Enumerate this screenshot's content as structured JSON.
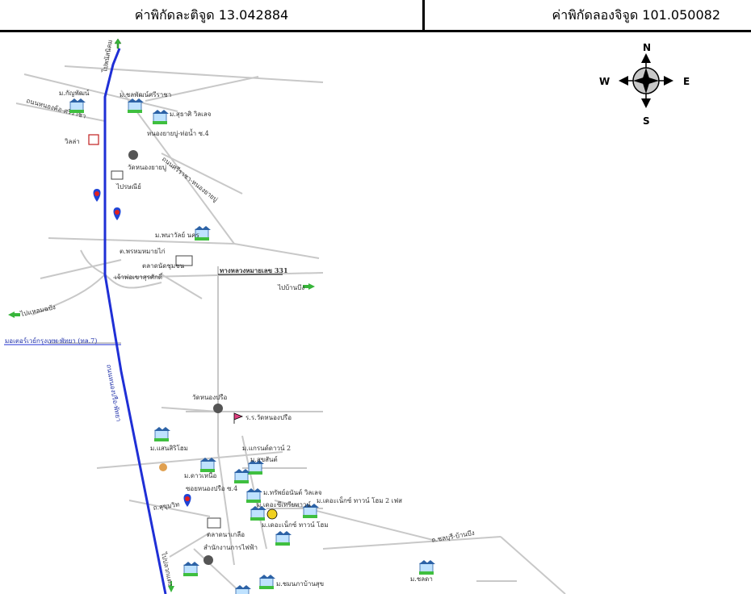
{
  "header": {
    "latitude_label": "ค่าพิกัดละติจูด 13.042884",
    "longitude_label": "ค่าพิกัดลองจิจูด 101.050082"
  },
  "compass": {
    "n": "N",
    "s": "S",
    "e": "E",
    "w": "W"
  },
  "labels": {
    "to_phanat": "ไปพนัสนิคม",
    "to_laem_chabang": "ไปแหลมฉบัง",
    "to_pluak_daeng": "ไปปลวกแดง",
    "to_ban_bueng": "ไปบ้านบึง",
    "motorway": "มอเตอร์เวย์กรุงเทพ-พัทยา (ทล.7)",
    "highway_331": "ทางหลวงหมายเลข 331",
    "road_nongkho": "ถนนหนองค้อ-ศรีราชา",
    "road_surasak": "ถนนศรีราชา-หนองยายบู่",
    "road_main_pattaya": "ถนนหนองปรือ-พัทยา",
    "road_sukhumvit": "ถ.สุขุมวิท",
    "moo_phon_phong": "ม.กัญพัฒน์",
    "moo_phon_siam": "ม.ชลพัฒน์ศรีราชา",
    "moo_sirin": "ม.สุธาศิ วิลเลจ",
    "nongkho_soi": "หนองยายบู่-ท่อน้ำ ซ.4",
    "villa": "วิลล่า",
    "temple_nongyai": "วัดหนองยายบู่",
    "post": "ไปรษณีย์",
    "moo_wandee": "ม.พนาวัลย์ นคร",
    "moo_phrom": "ต.พรหมหมายไก่",
    "fresh_market": "ตลาดนัดชุมชน",
    "chao_pho": "เจ้าพ่อเขาสุรศักดิ์",
    "temple_nongpru": "วัดหนองปรือ",
    "school_nongpru": "ร.ร.วัดหนองปรือ",
    "moo_sansiri": "ม.แสนสิริโฮม",
    "moo_grand": "ม.แกรนด์ดาวน์ 2",
    "moo_suksan": "ม.สุขสันต์",
    "moo_rung": "ม.ดาวเหนือ",
    "soi_4": "ซอยหนองปรือ ซ.4",
    "moo_premium": "ม.ทรัพย์อนันต์ วิลเลจ",
    "moo_town": "ม.เดอะซีเทรียทาวน์",
    "moo_town2": "ม.เดอะเน็กซ์ ทาวน์ โฮม 2 เฟส",
    "moo_next": "ม.เดอะเน็กซ์ ทาวน์ โฮม",
    "market": "ตลาดนาเกลือ",
    "office": "สำนักงานการไฟฟ้า",
    "moo_ban_dee": "ม.ชมนภาบ้านสุข",
    "moo_chonlada": "ม.ชลดา",
    "road_to_chonburi": "ถ.ชลบุรี-บ้านบึง"
  },
  "colors": {
    "road_main": "#1f2fd6",
    "road_minor": "#c8c8c8",
    "arrow_green": "#37b53a"
  }
}
